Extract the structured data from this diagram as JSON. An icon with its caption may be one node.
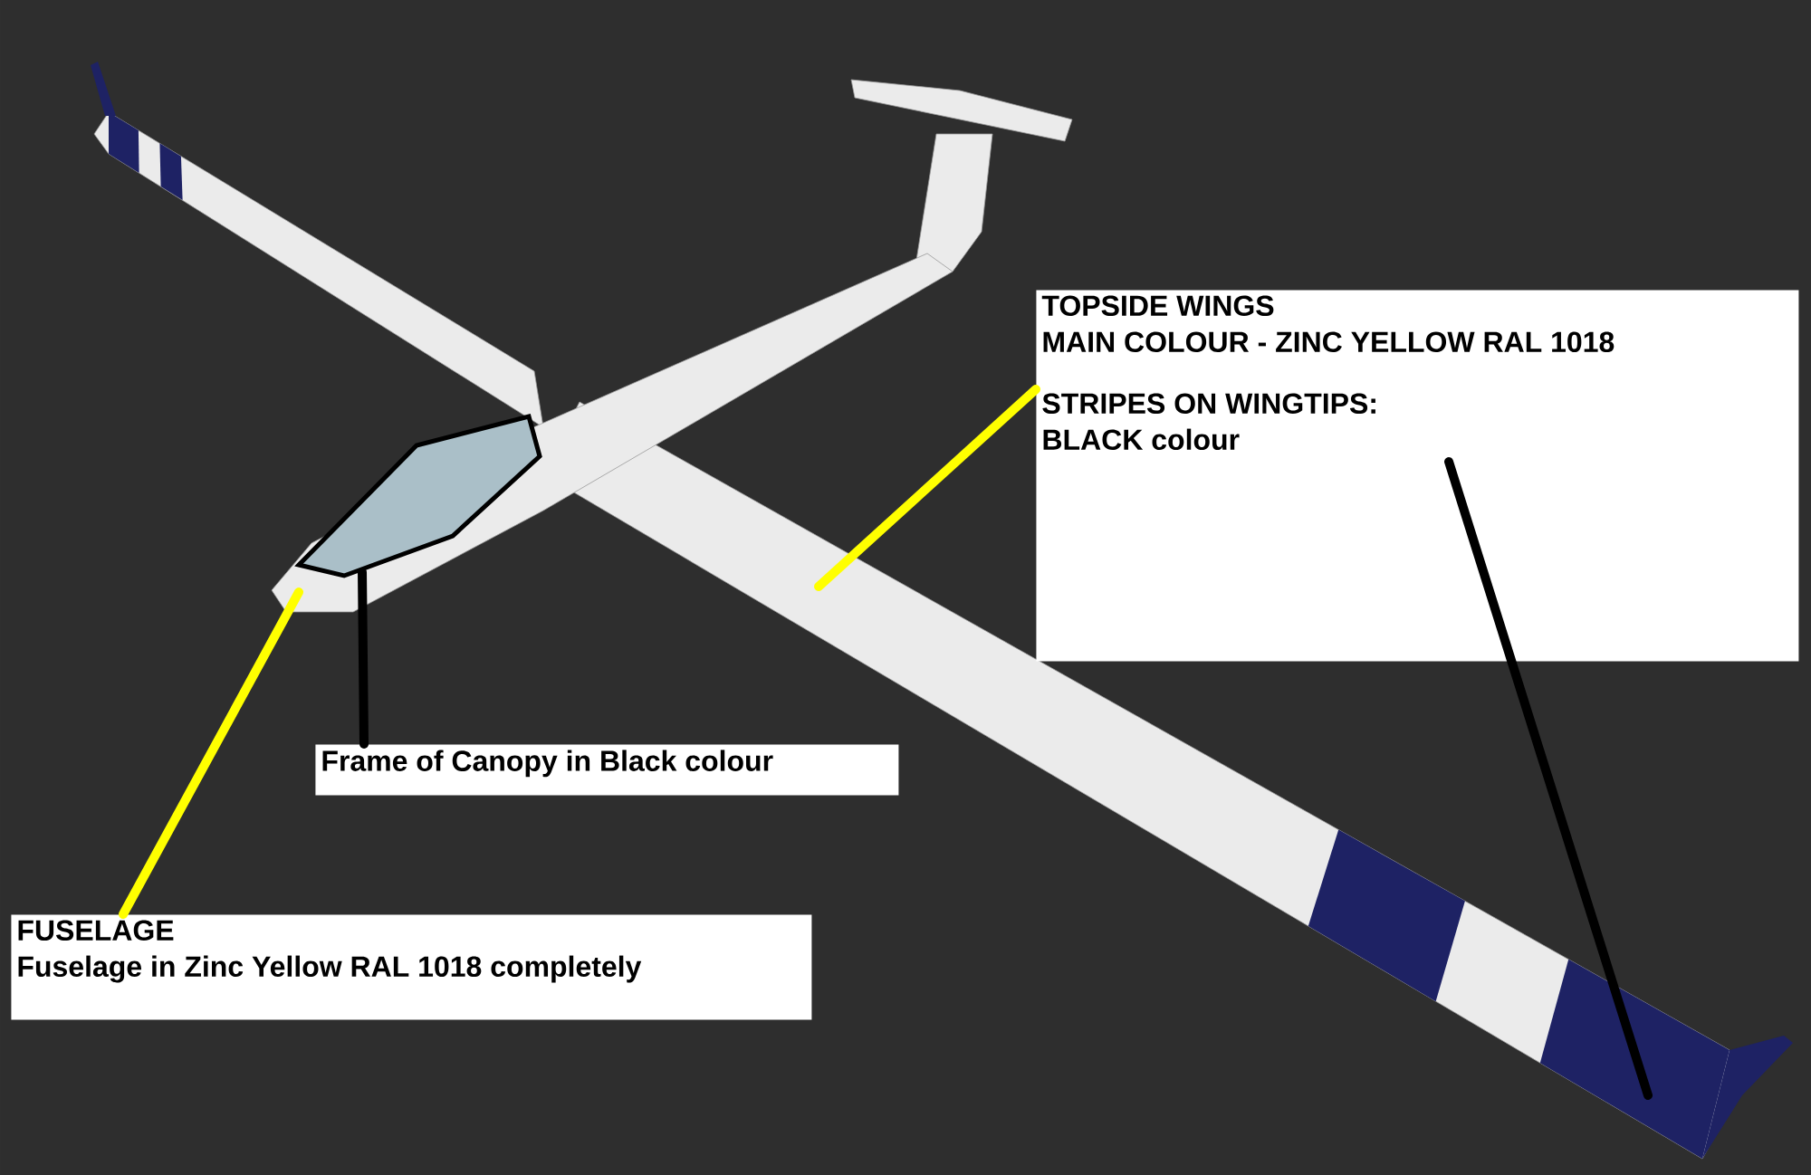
{
  "diagram": {
    "nodes": [
      {
        "text": [
          "TOPSIDE WINGS",
          "MAIN COLOUR - ZINC YELLOW RAL 1018",
          "STRIPES ON WINGTIPS:",
          "BLACK colour"
        ]
      },
      {
        "text": [
          "Frame of Canopy in Black colour"
        ]
      },
      {
        "text": [
          "FUSELAGE",
          "Fuselage in Zinc Yellow RAL 1018 completely"
        ]
      }
    ],
    "edges": [
      {
        "from": 0,
        "to": null,
        "arrow": "none",
        "color": "#ffff00"
      },
      {
        "from": 1,
        "to": null,
        "arrow": "none",
        "color": "#000000"
      },
      {
        "from": 2,
        "to": null,
        "arrow": "none",
        "color": "#ffff00"
      },
      {
        "from": 0,
        "to": null,
        "arrow": "none",
        "color": "#000000"
      }
    ]
  }
}
